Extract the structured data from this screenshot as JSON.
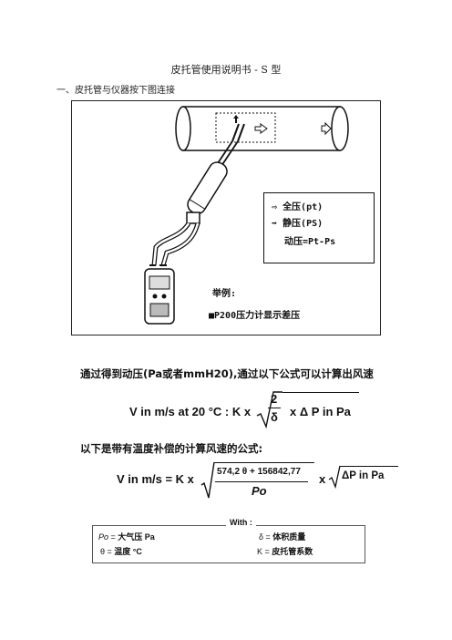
{
  "doc": {
    "title": "皮托管使用说明书 - S 型",
    "section1": "一、皮托管与仪器按下图连接"
  },
  "legend": {
    "total": "全压(pt)",
    "static": "静压(PS)",
    "dynamic": "动压=Pt-Ps"
  },
  "example": {
    "label": "举例:",
    "line": "■P200压力计显示差压"
  },
  "formula1": {
    "intro": "通过得到动压(Pa或者mmH20),通过以下公式可以计算出风速",
    "lhs": "V in m/s at 20 °C : K x",
    "num": "2",
    "den": "δ",
    "tail": "x  Δ P in Pa"
  },
  "formula2": {
    "intro": "以下是带有温度补偿的计算风速的公式:",
    "lhs": "V in m/s  = K x",
    "num": "574,2 θ + 156842,77",
    "den": "Po",
    "tail": "x",
    "root": "ΔP in Pa"
  },
  "with_box": {
    "label": "With :",
    "po_sym": "Po",
    "po_def": "大气压 Pa",
    "theta_sym": "θ",
    "theta_def": "温度 °C",
    "delta_sym": "δ",
    "delta_def": "体积质量",
    "k_sym": "K",
    "k_def": "皮托管系数"
  }
}
